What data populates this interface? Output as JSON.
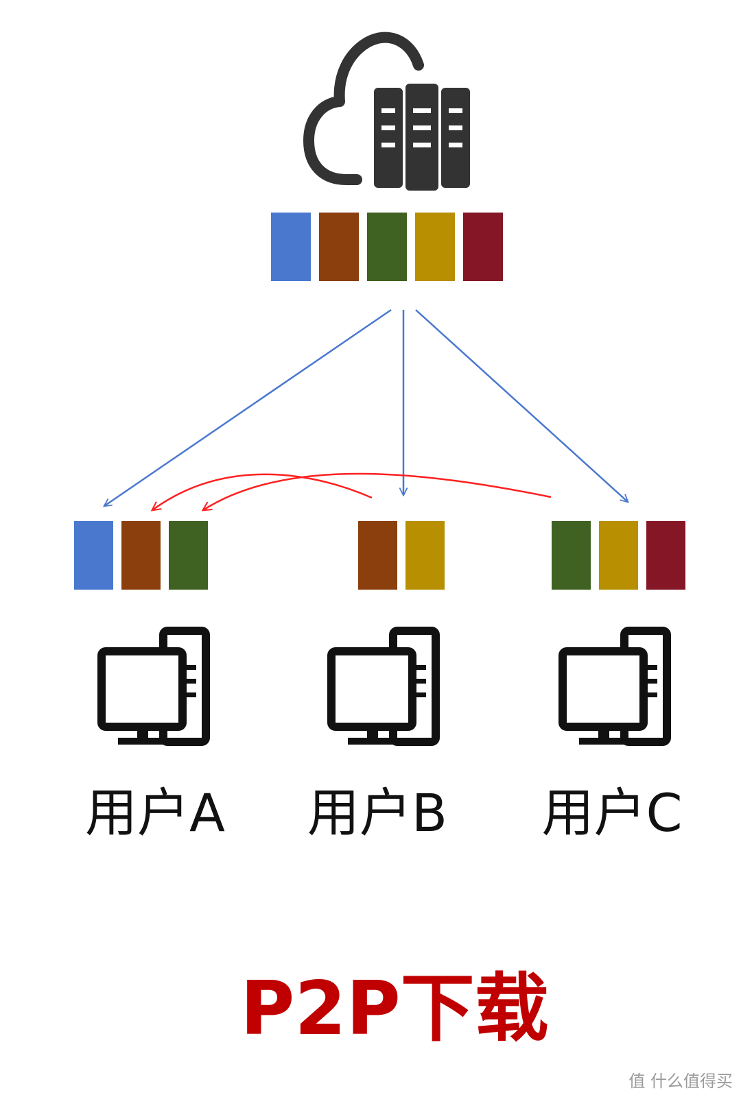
{
  "server": {
    "blocks": [
      "#4a78cf",
      "#8a3f0c",
      "#3f6121",
      "#b78f00",
      "#841626"
    ]
  },
  "users": [
    {
      "label": "用户A",
      "blocks": [
        "#4a78cf",
        "#8a3f0c",
        "#3f6121"
      ]
    },
    {
      "label": "用户B",
      "blocks": [
        "#8a3f0c",
        "#b78f00"
      ]
    },
    {
      "label": "用户C",
      "blocks": [
        "#3f6121",
        "#b78f00",
        "#841626"
      ]
    }
  ],
  "colors": {
    "server_arrow": "#4a78cf",
    "peer_arrow": "#ff2020",
    "icon": "#111111",
    "cloud": "#333333"
  },
  "title": "P2P下载",
  "watermark": "值 什么值得买"
}
